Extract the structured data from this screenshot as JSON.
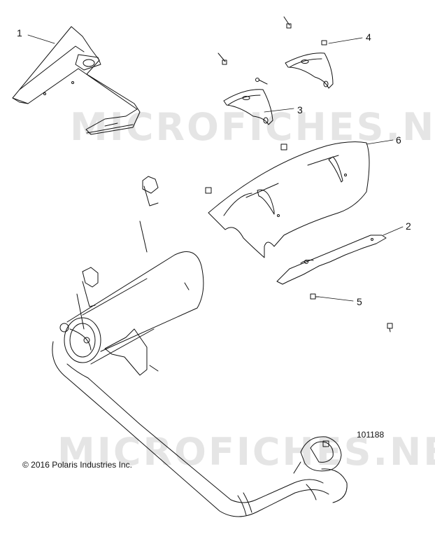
{
  "watermark": "MICROFICHES.NET",
  "reference_number": "101188",
  "copyright": "© 2016 Polaris Industries Inc.",
  "callouts": {
    "c1": "1",
    "c2": "2",
    "c3": "3",
    "c4": "4",
    "c5": "5",
    "c6": "6"
  },
  "colors": {
    "line": "#111111",
    "watermark": "#d0d0d0",
    "background": "#ffffff"
  }
}
